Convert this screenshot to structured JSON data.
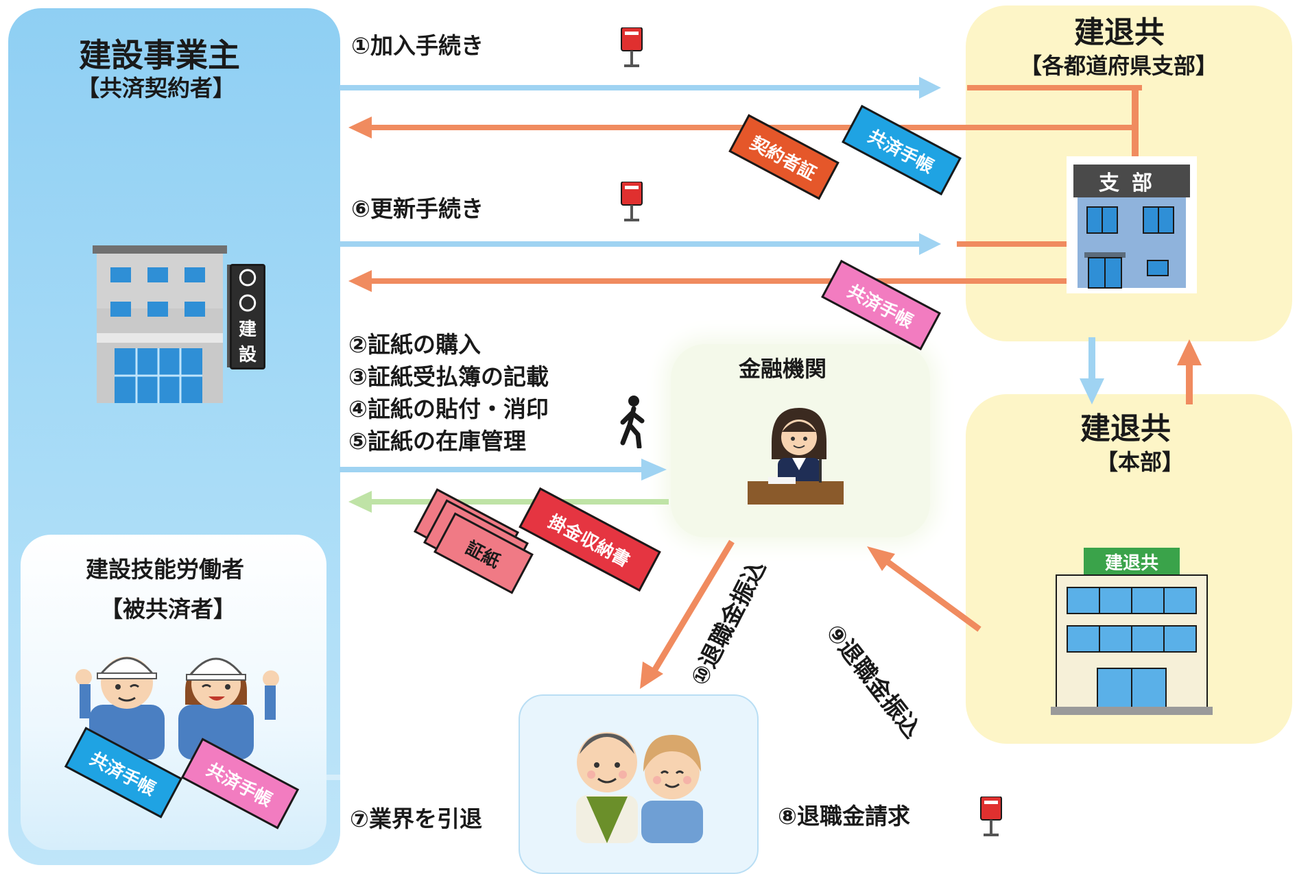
{
  "employer": {
    "title": "建設事業主",
    "subtitle": "【共済契約者】",
    "sign": [
      "〇",
      "〇",
      "建",
      "設"
    ]
  },
  "worker": {
    "title": "建設技能労働者",
    "subtitle": "【被共済者】"
  },
  "branch": {
    "title": "建退共",
    "subtitle": "【各都道府県支部】",
    "building_sign": "支部"
  },
  "hq": {
    "title": "建退共",
    "subtitle": "【本部】",
    "building_sign": "建退共"
  },
  "bank": {
    "title": "金融機関"
  },
  "steps": {
    "s1": "①加入手続き",
    "s6": "⑥更新手続き",
    "s2": "②証紙の購入",
    "s3": "③証紙受払簿の記載",
    "s4": "④証紙の貼付・消印",
    "s5": "⑤証紙の在庫管理",
    "s7": "⑦業界を引退",
    "s8": "⑧退職金請求",
    "s9": "⑨退職金振込",
    "s10": "⑩退職金振込"
  },
  "cards": {
    "contract_cert": "契約者証",
    "handbook_blue": "共済手帳",
    "handbook_pink": "共済手帳",
    "payment_slip": "掛金収納書",
    "stamp": "証紙",
    "worker_handbook_blue": "共済手帳",
    "worker_handbook_pink": "共済手帳"
  },
  "colors": {
    "blue_arrow": "#9fd3f2",
    "orange_arrow": "#f08b5f",
    "green_arrow": "#bfe3a6",
    "card_orange": "#e5572a",
    "card_blue": "#1fa3e3",
    "card_pink": "#f27cc0",
    "card_red": "#e53541",
    "stamp_pink": "#f07a85"
  },
  "icons": [
    "post-box-icon",
    "walking-person-icon",
    "office-building-icon",
    "bank-clerk-icon",
    "construction-worker-icon",
    "elderly-couple-icon"
  ]
}
